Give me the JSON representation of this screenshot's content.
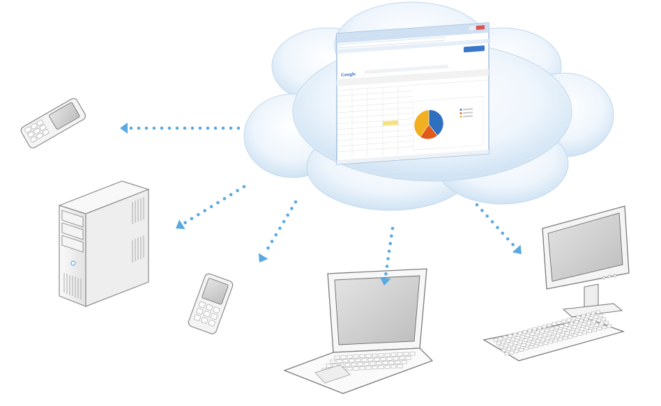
{
  "diagram": {
    "nodes": [
      {
        "id": "cloud",
        "kind": "cloud-with-browser"
      },
      {
        "id": "phone-top-left",
        "kind": "mobile-phone"
      },
      {
        "id": "server-tower",
        "kind": "server-tower"
      },
      {
        "id": "phone-center",
        "kind": "mobile-phone"
      },
      {
        "id": "laptop",
        "kind": "laptop"
      },
      {
        "id": "desktop",
        "kind": "desktop-computer"
      }
    ],
    "edges": [
      {
        "from": "cloud",
        "to": "phone-top-left",
        "style": "dotted-arrow"
      },
      {
        "from": "cloud",
        "to": "server-tower",
        "style": "dotted-arrow"
      },
      {
        "from": "cloud",
        "to": "phone-center",
        "style": "dotted-arrow"
      },
      {
        "from": "cloud",
        "to": "laptop",
        "style": "dotted-arrow"
      },
      {
        "from": "cloud",
        "to": "desktop",
        "style": "dotted-arrow"
      }
    ],
    "colors": {
      "arrow": "#5aa9e0",
      "cloud_light": "#ffffff",
      "cloud_dark": "#c9dff2",
      "device_outline": "#8a8a8a",
      "screen": "#cfcfcf"
    }
  },
  "browser": {
    "logo_text": "Google",
    "button_label": "",
    "chart_data": {
      "type": "pie",
      "title": "",
      "values": [
        40,
        20,
        40
      ],
      "colors": [
        "#2f6fc0",
        "#e05a1a",
        "#f0b020"
      ]
    }
  }
}
